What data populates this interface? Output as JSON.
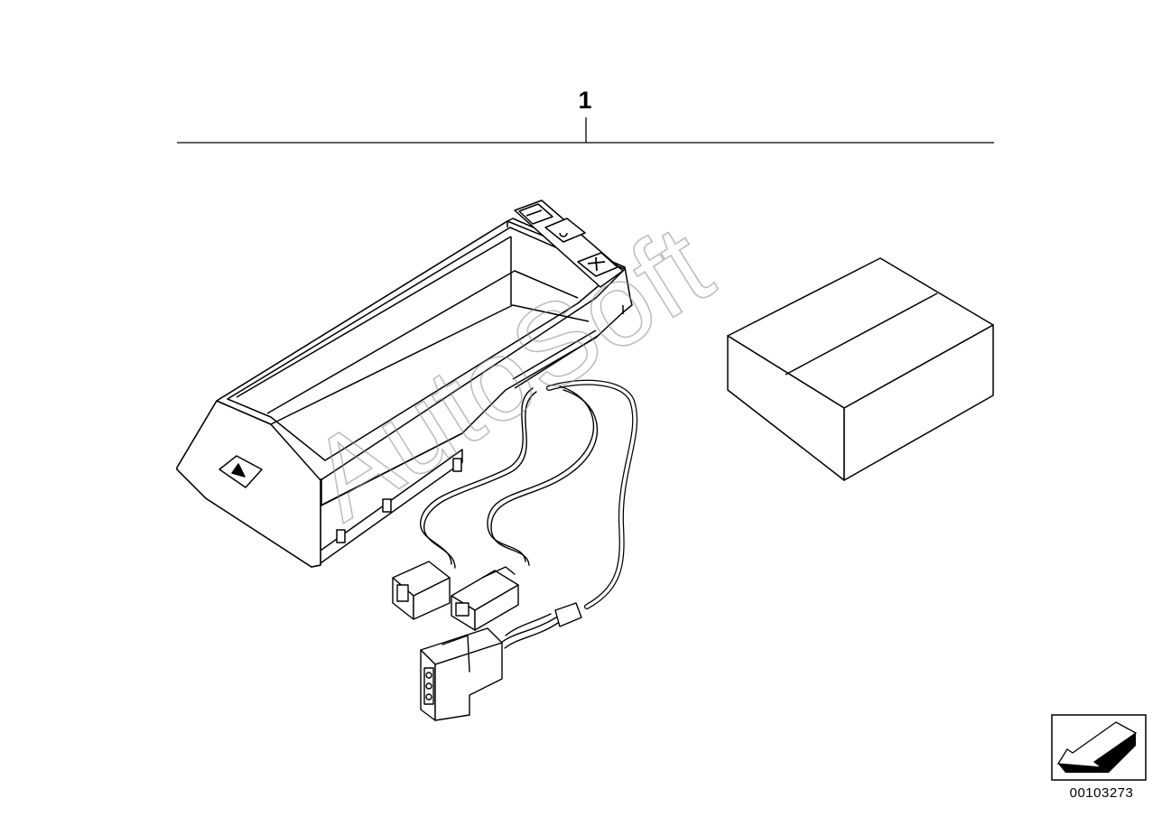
{
  "callout": {
    "part_number": "1"
  },
  "footer": {
    "diagram_number": "00103273"
  },
  "watermark": {
    "text": "AutoSoft"
  },
  "console_controls": {
    "minus_label": "–",
    "plus_label": "+"
  },
  "icons": {
    "console": "center-console-icon",
    "carton": "carton-box-icon",
    "harness": "wiring-harness-icon",
    "navigation": "orientation-arrow-icon"
  },
  "colors": {
    "line": "#000000",
    "background": "#ffffff",
    "watermark": "#8a8a8a"
  }
}
